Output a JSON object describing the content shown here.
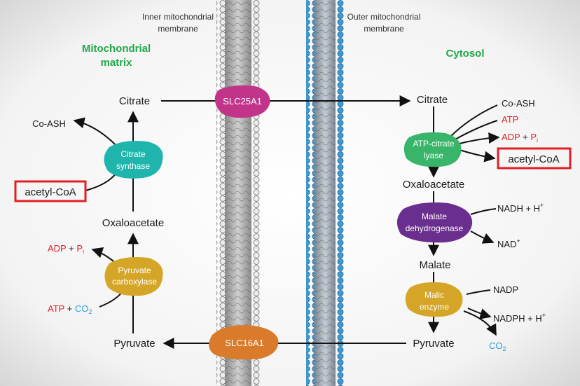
{
  "colors": {
    "matrix_header": "#22a84a",
    "red_text": "#e31e24",
    "blue_text": "#2e9fd8",
    "highlight_box": "#e31e24",
    "slc25a1": "#c2338a",
    "slc16a1": "#d97b2b",
    "citrate_synthase": "#1fb5ac",
    "atp_citrate_lyase": "#39b56a",
    "malate_dehydrogenase": "#6a2f8e",
    "malic_enzyme": "#d4a526",
    "pyruvate_carboxylase": "#d4a526",
    "outer_membrane_heads": "#3a9bd5",
    "inner_membrane_heads": "#e8e8e8"
  },
  "membranes": {
    "inner": {
      "line1": "Inner mitochondrial",
      "line2": "membrane"
    },
    "outer": {
      "line1": "Outer mitochondrial",
      "line2": "membrane"
    }
  },
  "compartments": {
    "matrix": {
      "line1": "Mitochondrial",
      "line2": "matrix"
    },
    "cytosol": "Cytosol"
  },
  "transporters": {
    "slc25a1": "SLC25A1",
    "slc16a1": "SLC16A1"
  },
  "matrix": {
    "citrate": "Citrate",
    "coash": "Co-ASH",
    "citrate_synthase": {
      "line1": "Citrate",
      "line2": "synthase"
    },
    "acetyl_coa": "acetyl-CoA",
    "oxaloacetate": "Oxaloacetate",
    "adp": "ADP",
    "plus1": " + ",
    "pi": "P",
    "pi_sub": "i",
    "pyruvate_carboxylase": {
      "line1": "Pyruvate",
      "line2": "carboxylase"
    },
    "atp": "ATP",
    "plus2": " + ",
    "co2": "CO",
    "co2_sub": "2",
    "pyruvate": "Pyruvate"
  },
  "cytosol": {
    "citrate": "Citrate",
    "coash": "Co-ASH",
    "atp": "ATP",
    "adp": "ADP",
    "plus1": " + ",
    "pi": "P",
    "pi_sub": "i",
    "acl": {
      "line1": "ATP-citrate",
      "line2": "lyase"
    },
    "acetyl_coa": "acetyl-CoA",
    "oxaloacetate": "Oxaloacetate",
    "mdh": {
      "line1": "Malate",
      "line2": "dehydrogenase"
    },
    "nadh": "NADH + H",
    "nadh_sup": "+",
    "nad": "NAD",
    "nad_sup": "+",
    "malate": "Malate",
    "malic": {
      "line1": "Malic",
      "line2": "enzyme"
    },
    "nadp": "NADP",
    "nadph": "NADPH + H",
    "nadph_sup": "+",
    "co2": "CO",
    "co2_sub": "2",
    "pyruvate": "Pyruvate"
  }
}
